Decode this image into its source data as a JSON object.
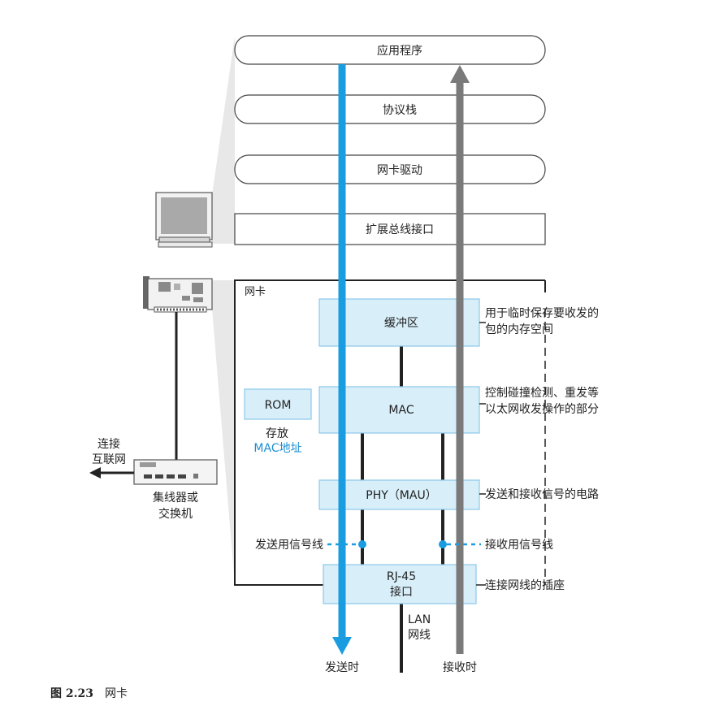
{
  "stack_layers": {
    "application": "应用程序",
    "protocol_stack": "协议栈",
    "nic_driver": "网卡驱动",
    "bus_interface": "扩展总线接口"
  },
  "nic": {
    "title": "网卡",
    "buffer": "缓冲区",
    "mac": "MAC",
    "rom": "ROM",
    "rom_note_line1": "存放",
    "rom_note_line2": "MAC地址",
    "phy": "PHY（MAU）",
    "rj45_line1": "RJ-45",
    "rj45_line2": "接口"
  },
  "annotations": {
    "buffer_line1": "用于临时保存要收发的",
    "buffer_line2": "包的内存空间",
    "mac_line1": "控制碰撞检测、重发等",
    "mac_line2": "以太网收发操作的部分",
    "phy": "发送和接收信号的电路",
    "send_signal": "发送用信号线",
    "recv_signal": "接收用信号线",
    "rj45": "连接网线的插座"
  },
  "cable": {
    "line1": "LAN",
    "line2": "网线"
  },
  "arrows": {
    "send": "发送时",
    "receive": "接收时"
  },
  "hub": {
    "connect_line1": "连接",
    "connect_line2": "互联网",
    "name_line1": "集线器或",
    "name_line2": "交换机"
  },
  "caption": {
    "figure": "图 2.23",
    "title": "网卡"
  },
  "colors": {
    "send_arrow": "#1a9de0",
    "receive_arrow": "#7a7a7a",
    "box_fill": "#d8eef9",
    "box_stroke": "#8cc8e8",
    "panel_gray": "#e6e6e6"
  }
}
